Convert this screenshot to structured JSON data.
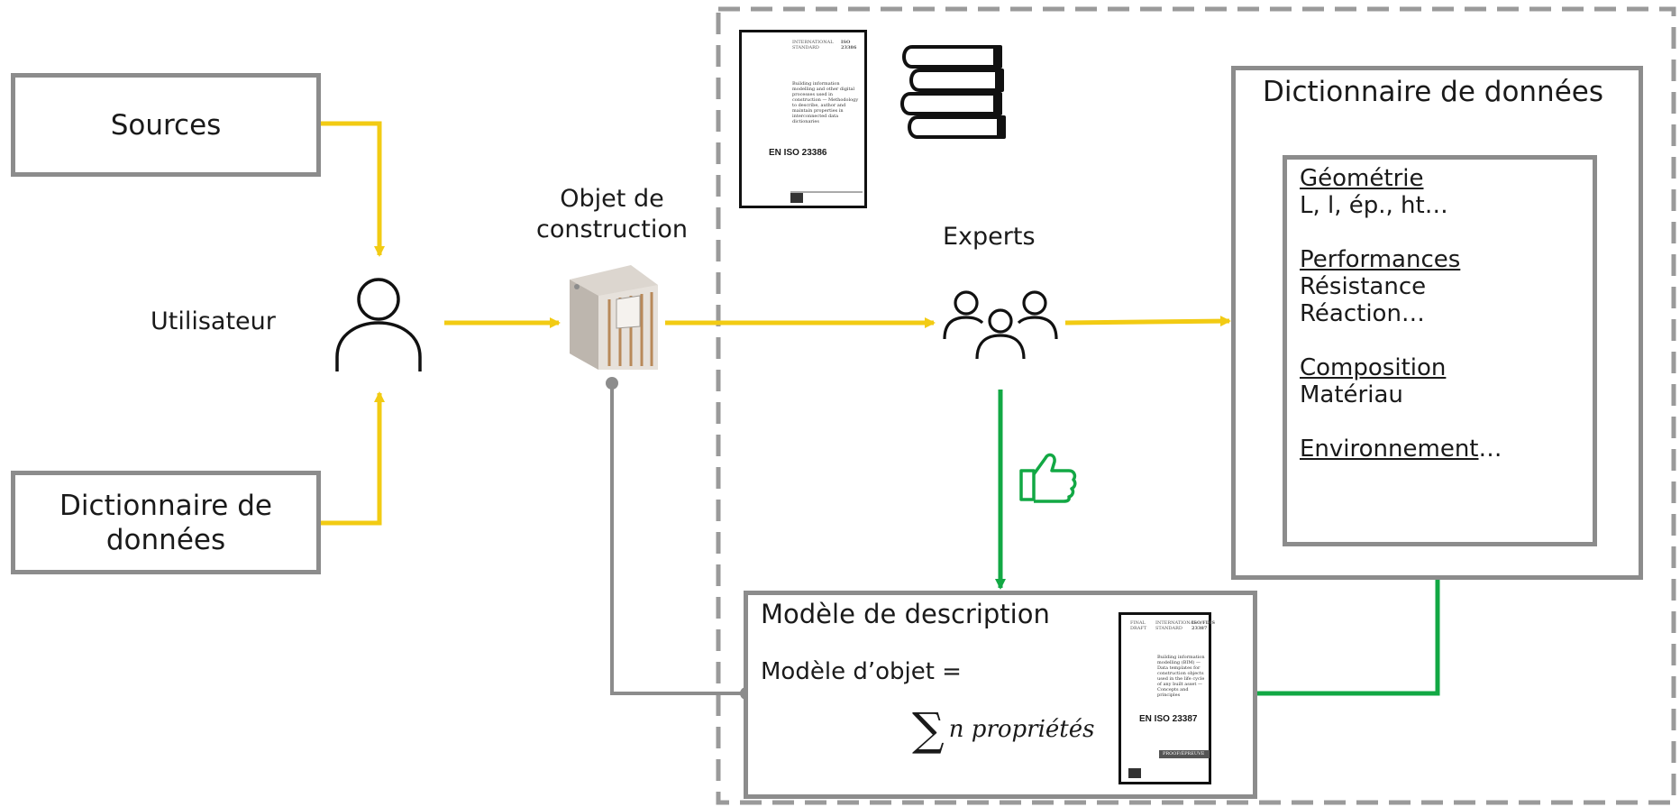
{
  "left_boxes": {
    "sources": "Sources",
    "dictionary": "Dictionnaire de données"
  },
  "user_label": "Utilisateur",
  "object_label_line1": "Objet de",
  "object_label_line2": "construction",
  "experts_label": "Experts",
  "standard_top": {
    "code": "EN ISO 23386",
    "header_left": "INTERNATIONAL STANDARD",
    "header_right": "ISO 23386",
    "title": "Building information modelling and other digital processes used in construction — Methodology to describe, author and maintain properties in interconnected data dictionaries"
  },
  "standard_bottom": {
    "code": "EN ISO 23387",
    "header_left": "FINAL DRAFT",
    "header_mid": "INTERNATIONAL STANDARD",
    "header_right": "ISO/FDIS 23387",
    "title": "Building information modelling (BIM) — Data templates for construction objects used in the life cycle of any built asset — Concepts and principles",
    "banner": "PROOF/ÉPREUVE"
  },
  "data_dictionary": {
    "title": "Dictionnaire de données",
    "groups": [
      {
        "heading": "Géométrie",
        "value": "L, l, ép., ht…"
      },
      {
        "heading": "Performances",
        "value": "Résistance",
        "value2": "Réaction…"
      },
      {
        "heading": "Composition",
        "value": "Matériau"
      },
      {
        "heading": "Environnement",
        "suffix": "…"
      }
    ]
  },
  "description_model": {
    "title": "Modèle de description",
    "object_model": "Modèle d’objet =",
    "formula_symbol": "∑",
    "formula_text": "n propriétés"
  },
  "colors": {
    "yellow": "#f2cb13",
    "green": "#12a844",
    "gray": "#8c8c8c",
    "dashed": "#9a9a9a"
  },
  "icons": [
    "user-icon",
    "wall-icon",
    "books-icon",
    "experts-icon",
    "thumbs-up-icon"
  ]
}
